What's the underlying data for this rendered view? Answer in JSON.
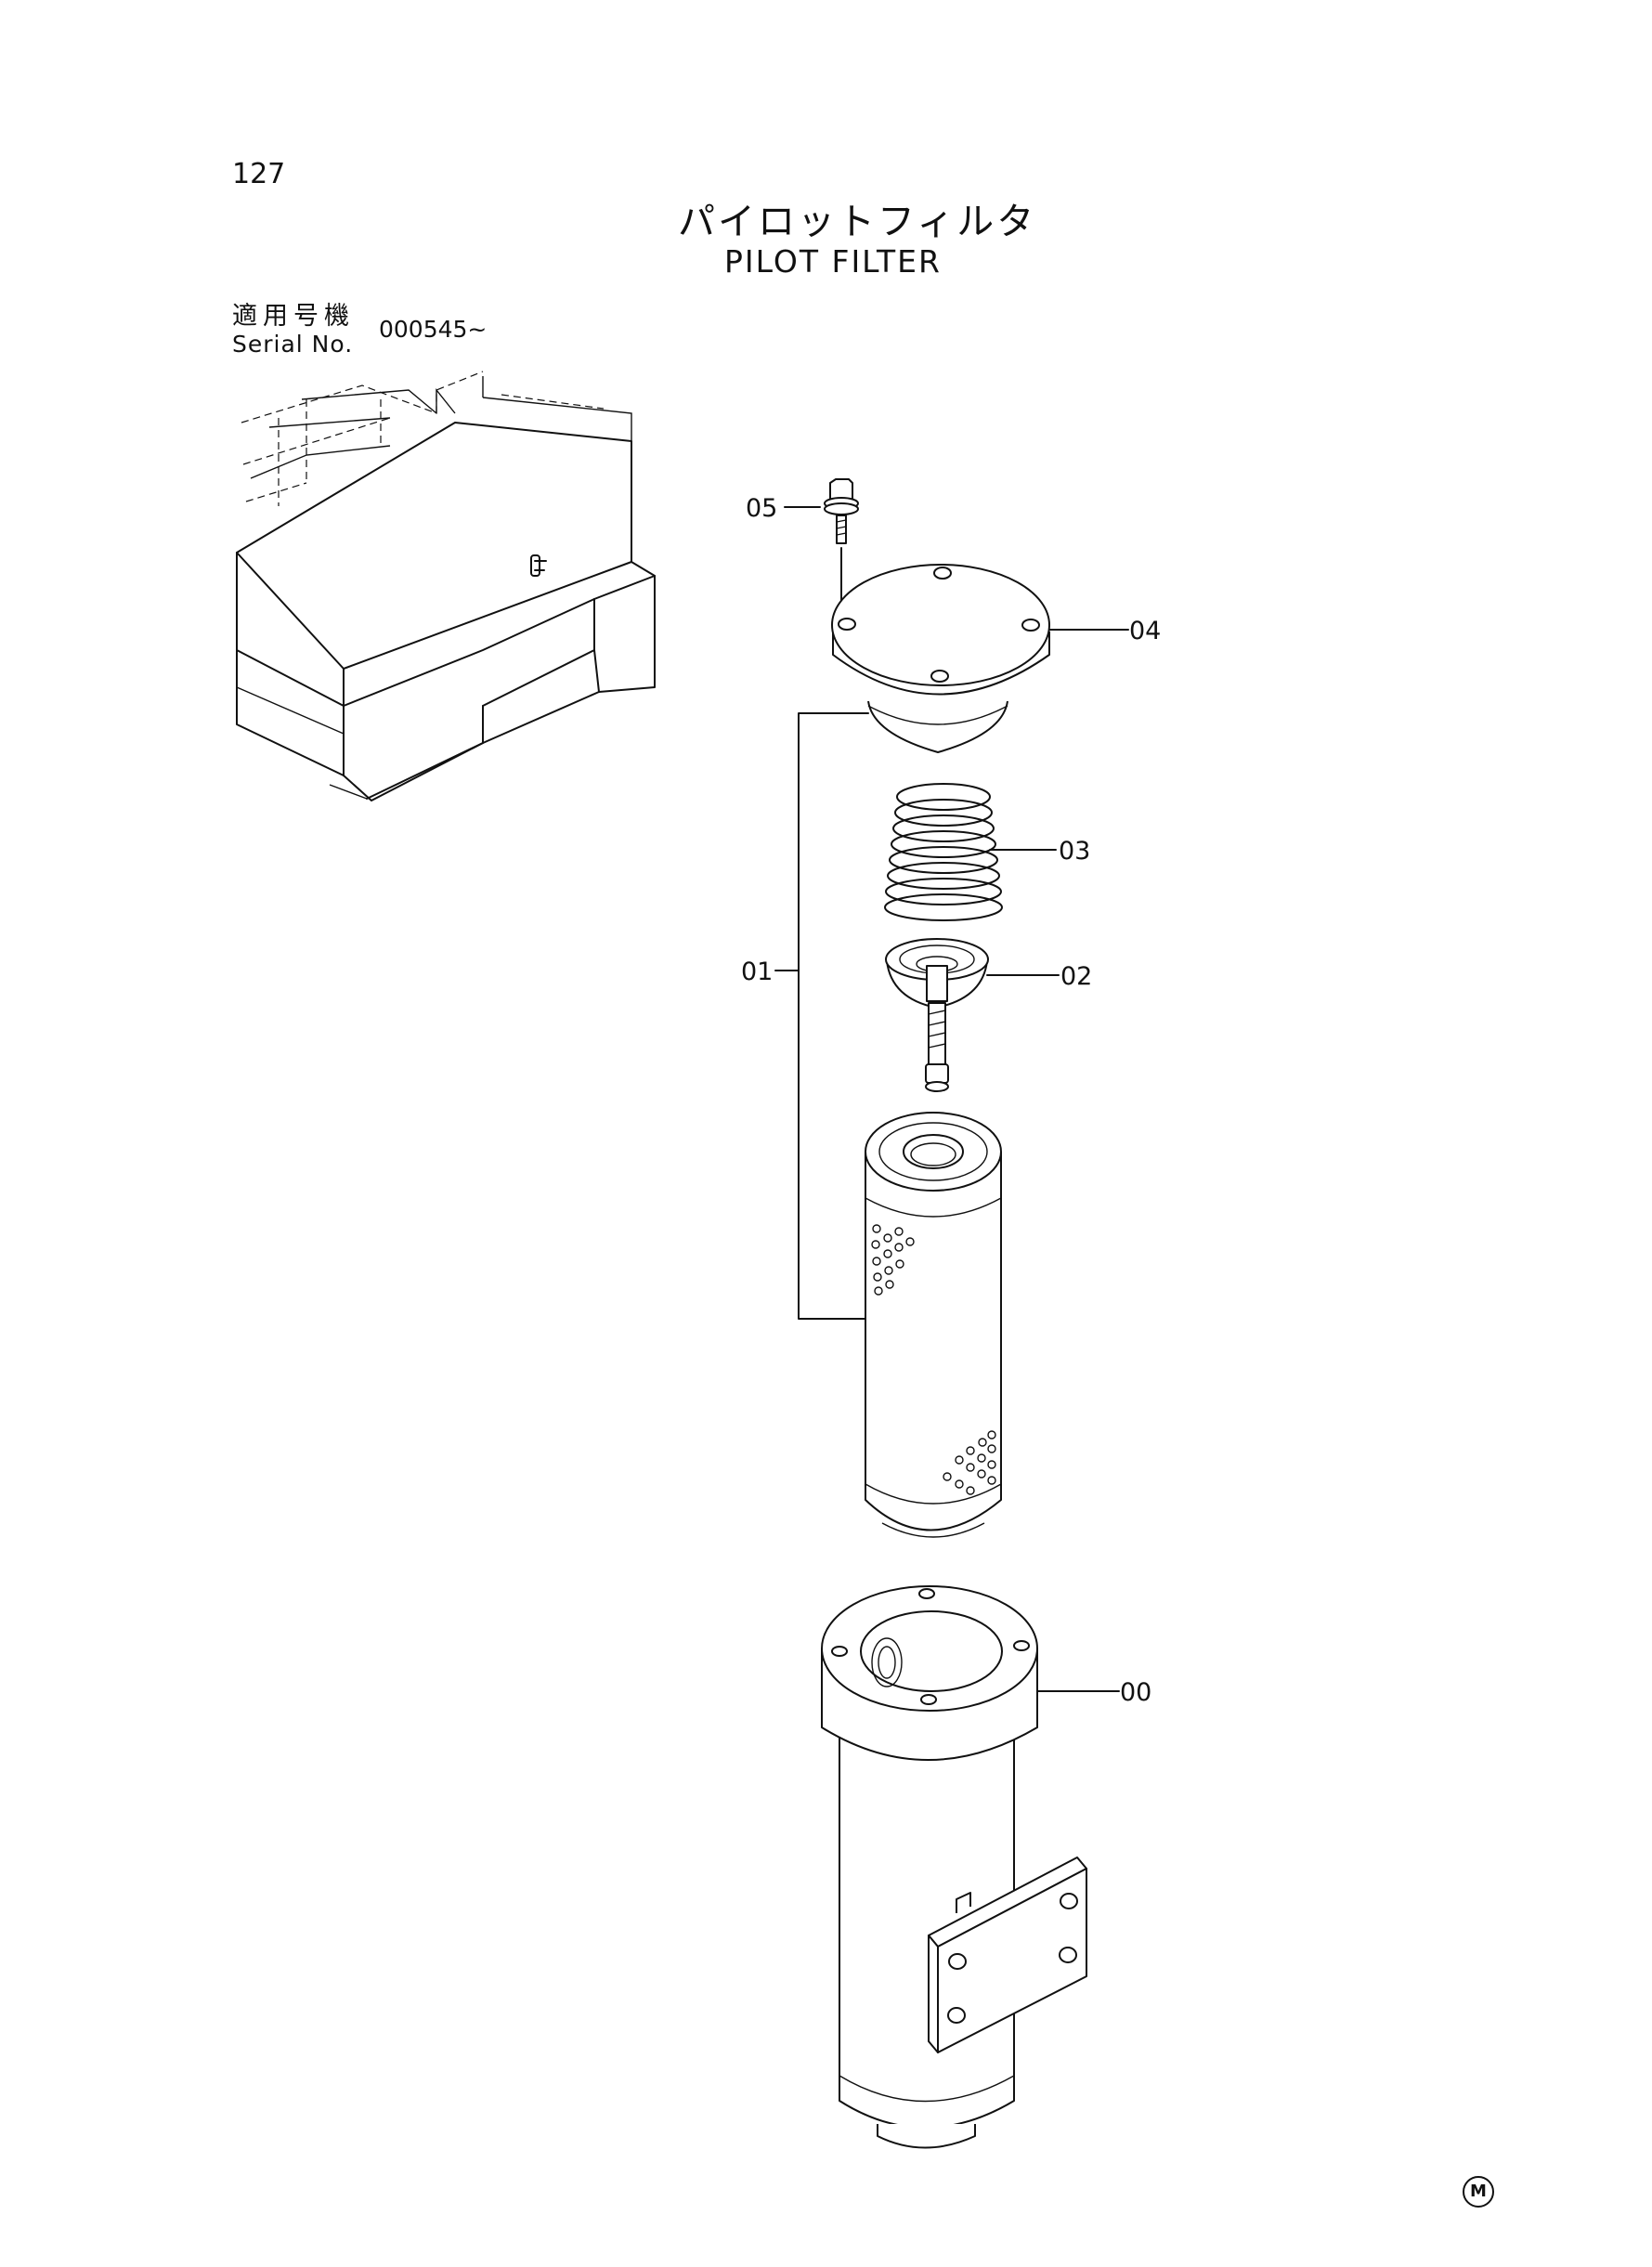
{
  "page": {
    "number": "127"
  },
  "title": {
    "japanese": "パイロットフィルタ",
    "english": "PILOT FILTER"
  },
  "serial": {
    "label_jp": "適用号機",
    "label_en": "Serial No.",
    "value": "000545~"
  },
  "callouts": {
    "c05": "05",
    "c04": "04",
    "c03": "03",
    "c02": "02",
    "c01": "01",
    "c00": "00"
  },
  "marks": {
    "footer": "M"
  }
}
